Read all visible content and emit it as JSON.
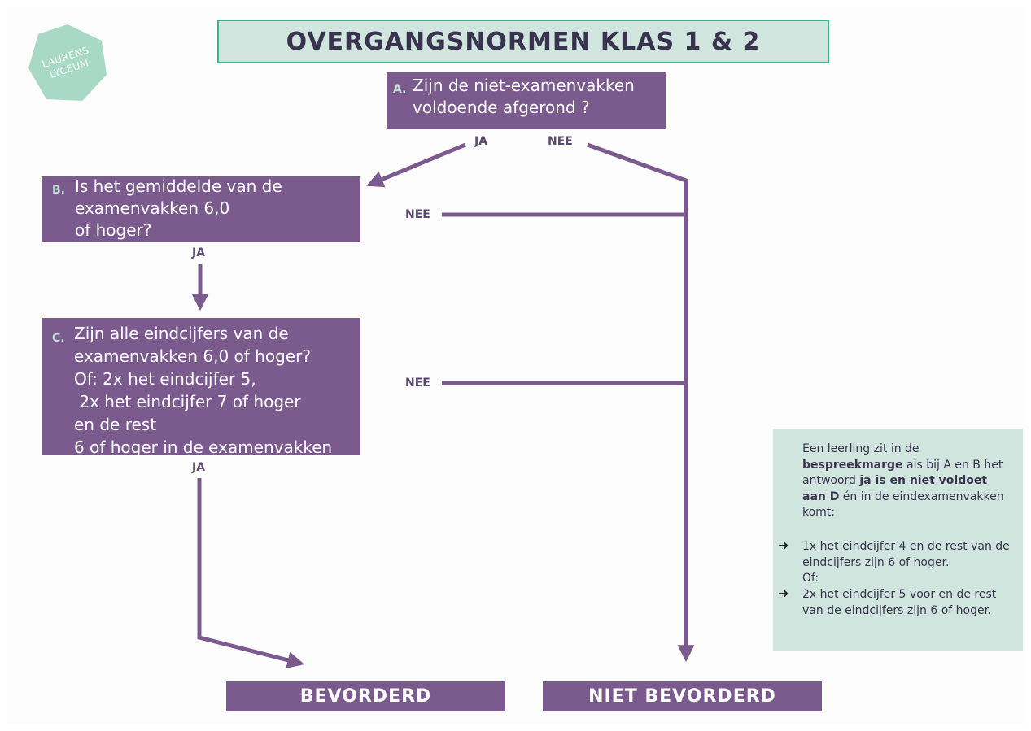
{
  "title": "OVERGANGSNORMEN KLAS 1 & 2",
  "logo": {
    "line1": "LAURENS",
    "line2": "LYCEUM"
  },
  "colors": {
    "purple": "#7b5a8e",
    "mint": "#cfe5dd",
    "teal_border": "#3fb28a",
    "dark_text": "#3a3350"
  },
  "question_a": {
    "letter": "A.",
    "lines": [
      "Zijn de niet-examenvakken",
      "voldoende afgerond ?"
    ]
  },
  "question_b": {
    "letter": "B.",
    "lines": [
      "Is het gemiddelde van de",
      "examenvakken 6,0",
      "of hoger?"
    ]
  },
  "question_c": {
    "letter": "C.",
    "lines": [
      "Zijn alle eindcijfers van de",
      "examenvakken 6,0 of hoger?",
      "Of: 2x het eindcijfer 5,",
      " 2x het eindcijfer 7 of hoger",
      "en de rest",
      "6 of hoger in de examenvakken"
    ]
  },
  "edges": {
    "a_ja": "JA",
    "a_nee": "NEE",
    "b_ja": "JA",
    "b_nee": "NEE",
    "c_ja": "JA",
    "c_nee": "NEE"
  },
  "results": {
    "pass": "BEVORDERD",
    "fail": "NIET BEVORDERD"
  },
  "note": {
    "intro_part1": "Een leerling zit in de ",
    "intro_bold1": "bespreekmarge",
    "intro_part2": " als bij A en B het antwoord ",
    "intro_bold2": "ja is en niet voldoet aan D",
    "intro_part3": " én in de eindexamenvakken komt:",
    "arrow_icon": "right-arrow",
    "arrow_glyph": "➜",
    "item1": "1x het eindcijfer 4 en de rest van de eindcijfers zijn 6 of hoger.",
    "or": "Of:",
    "item2": "2x het eindcijfer 5 voor en de rest van de eindcijfers zijn 6 of hoger."
  }
}
